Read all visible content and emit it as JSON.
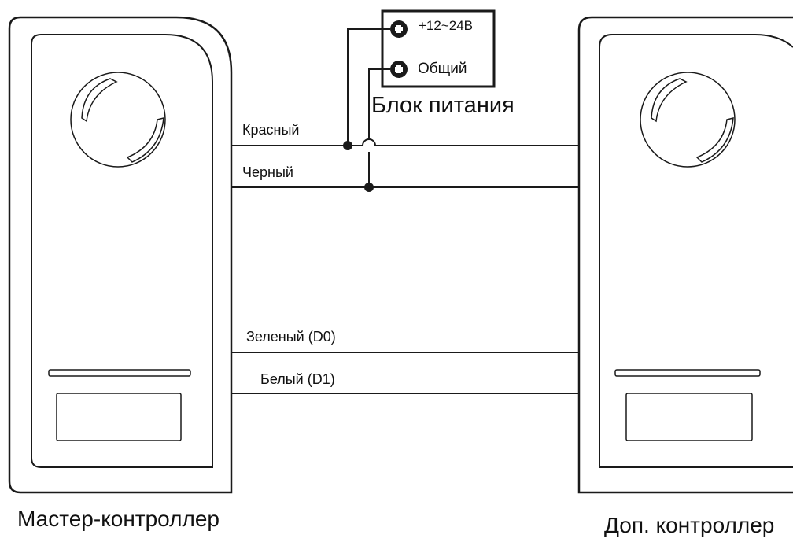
{
  "psu": {
    "title": "Блок питания",
    "terminal_plus": "+12~24В",
    "terminal_common": "Общий"
  },
  "wires": {
    "red": "Красный",
    "black": "Черный",
    "green": "Зеленый (D0)",
    "white": "Белый (D1)"
  },
  "devices": {
    "master": "Мастер-контроллер",
    "slave": "Доп. контроллер"
  },
  "colors": {
    "stroke": "#1a1a1a",
    "background": "#ffffff"
  }
}
